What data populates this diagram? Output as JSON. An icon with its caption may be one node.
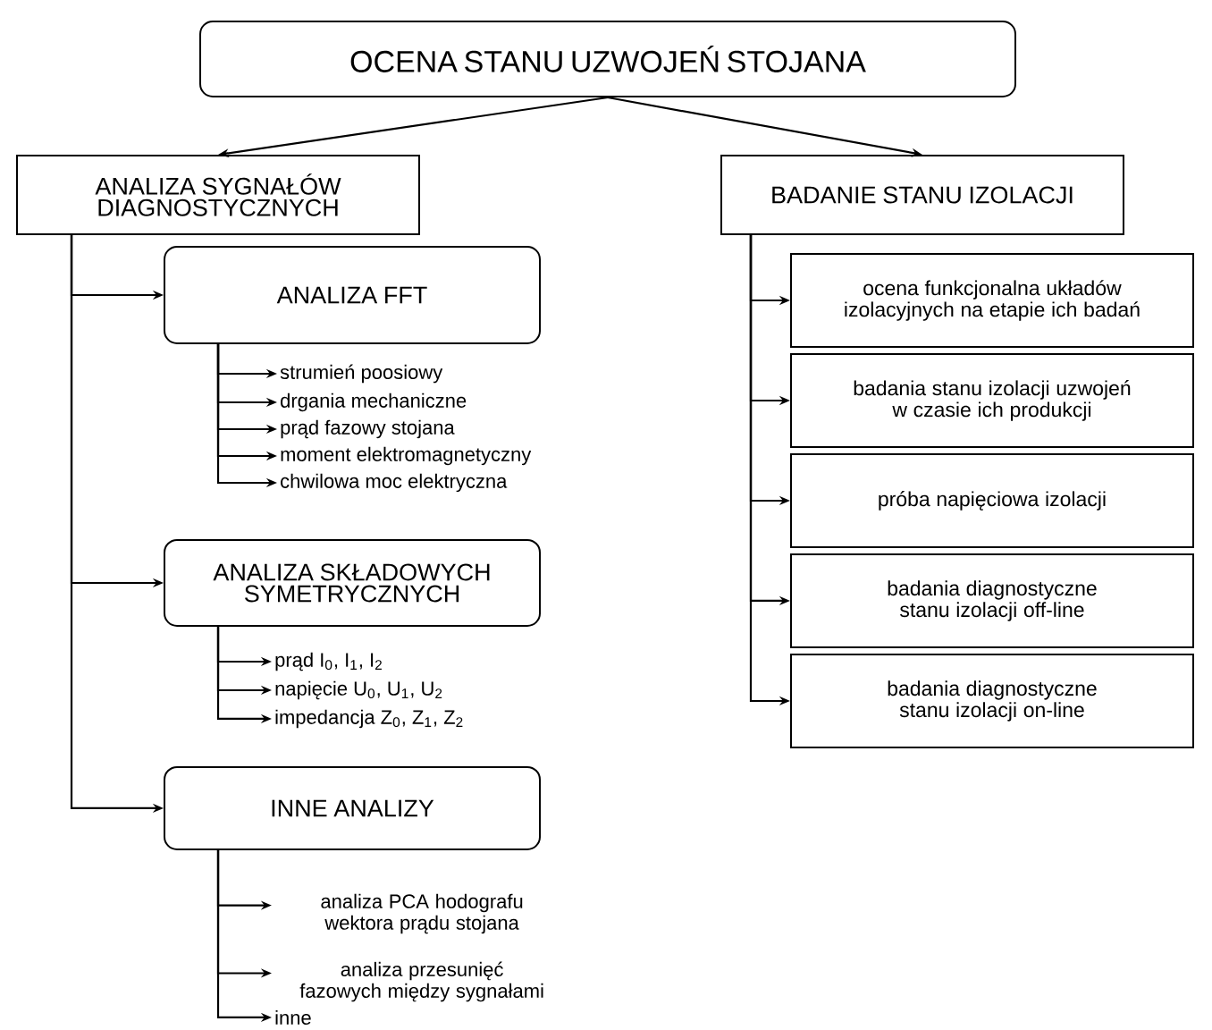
{
  "diagram": {
    "nodes": [
      {
        "text": [
          "OCENA STANU UZWOJEŃ STOJANA"
        ]
      },
      {
        "text": [
          "ANALIZA SYGNAŁÓW DIAGNOSTYCZNYCH"
        ]
      },
      {
        "text": [
          "BADANIE STANU IZOLACJI"
        ]
      },
      {
        "text": [
          "ANALIZA FFT"
        ]
      },
      {
        "text": [
          "strumień poosiowy"
        ]
      },
      {
        "text": [
          "drgania mechaniczne"
        ]
      },
      {
        "text": [
          "prąd fazowy stojana"
        ]
      },
      {
        "text": [
          "moment elektromagnetyczny"
        ]
      },
      {
        "text": [
          "chwilowa moc elektryczna"
        ]
      },
      {
        "text": [
          "ANALIZA SKŁADOWYCH SYMETRYCZNYCH"
        ]
      },
      {
        "text": [
          "prąd I$_{0}$, I$_{1}$, I$_{2}$"
        ]
      },
      {
        "text": [
          "napięcie U$_{0}$, U$_{1}$, U$_{2}$"
        ]
      },
      {
        "text": [
          "impedancja Z$_{0}$, Z$_{1}$, Z$_{2}$"
        ]
      },
      {
        "text": [
          "INNE ANALIZY"
        ]
      },
      {
        "text": [
          "analiza PCA hodografu wektora prądu stojana"
        ]
      },
      {
        "text": [
          "analiza przesunięć fazowych między sygnałami"
        ]
      },
      {
        "text": [
          "inne"
        ]
      },
      {
        "text": [
          "ocena funkcjonalna układów izolacyjnych na etapie ich badań"
        ]
      },
      {
        "text": [
          "badania stanu izolacji uzwojeń w czasie ich produkcji"
        ]
      },
      {
        "text": [
          "próba napięciowa izolacji"
        ]
      },
      {
        "text": [
          "badania diagnostyczne stanu izolacji off-line"
        ]
      },
      {
        "text": [
          "badania diagnostyczne stanu izolacji on-line"
        ]
      }
    ],
    "edges": [
      {
        "from": 0,
        "to": 1,
        "arrow": "to"
      },
      {
        "from": 0,
        "to": 2,
        "arrow": "to"
      },
      {
        "from": 1,
        "to": 3,
        "arrow": "to"
      },
      {
        "from": 3,
        "to": 4,
        "arrow": "to"
      },
      {
        "from": 3,
        "to": 5,
        "arrow": "to"
      },
      {
        "from": 3,
        "to": 6,
        "arrow": "to"
      },
      {
        "from": 3,
        "to": 7,
        "arrow": "to"
      },
      {
        "from": 3,
        "to": 8,
        "arrow": "to"
      },
      {
        "from": 1,
        "to": 9,
        "arrow": "to"
      },
      {
        "from": 9,
        "to": 10,
        "arrow": "to"
      },
      {
        "from": 9,
        "to": 11,
        "arrow": "to"
      },
      {
        "from": 9,
        "to": 12,
        "arrow": "to"
      },
      {
        "from": 1,
        "to": 13,
        "arrow": "to"
      },
      {
        "from": 13,
        "to": 14,
        "arrow": "to"
      },
      {
        "from": 13,
        "to": 15,
        "arrow": "to"
      },
      {
        "from": 13,
        "to": 16,
        "arrow": "to"
      },
      {
        "from": 2,
        "to": 17,
        "arrow": "to"
      },
      {
        "from": 2,
        "to": 18,
        "arrow": "to"
      },
      {
        "from": 2,
        "to": 19,
        "arrow": "to"
      },
      {
        "from": 2,
        "to": 20,
        "arrow": "to"
      },
      {
        "from": 2,
        "to": 21,
        "arrow": "to"
      }
    ]
  }
}
